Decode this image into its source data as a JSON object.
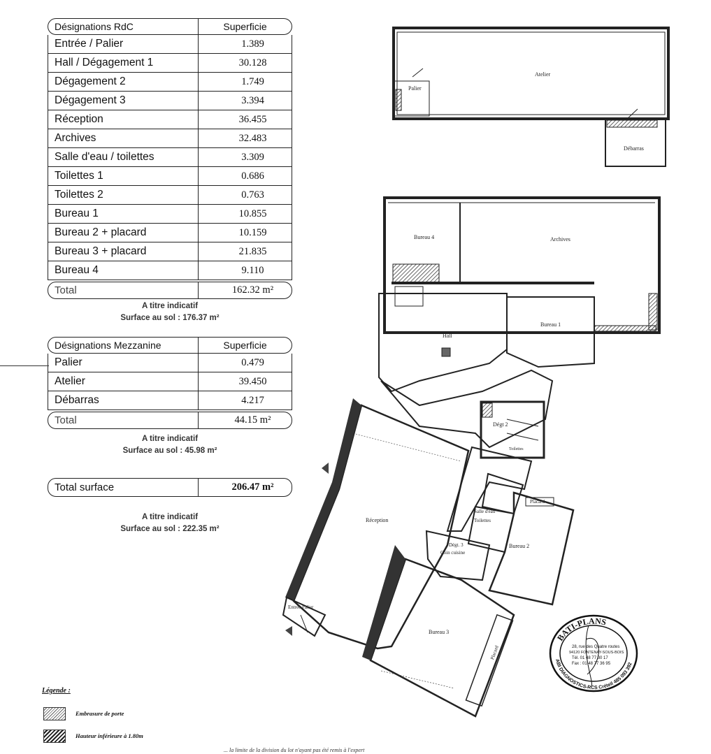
{
  "rdc_table": {
    "header": [
      "Désignations RdC",
      "Superficie"
    ],
    "rows": [
      [
        "Entrée / Palier",
        "1.389"
      ],
      [
        "Hall / Dégagement 1",
        "30.128"
      ],
      [
        "Dégagement 2",
        "1.749"
      ],
      [
        "Dégagement 3",
        "3.394"
      ],
      [
        "Réception",
        "36.455"
      ],
      [
        "Archives",
        "32.483"
      ],
      [
        "Salle d'eau / toilettes",
        "3.309"
      ],
      [
        "Toilettes 1",
        "0.686"
      ],
      [
        "Toilettes 2",
        "0.763"
      ],
      [
        "Bureau 1",
        "10.855"
      ],
      [
        "Bureau 2 + placard",
        "10.159"
      ],
      [
        "Bureau 3 + placard",
        "21.835"
      ],
      [
        "Bureau 4",
        "9.110"
      ]
    ],
    "total_label": "Total",
    "total_value": "162.32 m²",
    "note_line1": "A titre indicatif",
    "note_line2": "Surface au sol : 176.37 m²"
  },
  "mezz_table": {
    "header": [
      "Désignations Mezzanine",
      "Superficie"
    ],
    "rows": [
      [
        "Palier",
        "0.479"
      ],
      [
        "Atelier",
        "39.450"
      ],
      [
        "Débarras",
        "4.217"
      ]
    ],
    "total_label": "Total",
    "total_value": "44.15 m²",
    "note_line1": "A titre indicatif",
    "note_line2": "Surface au sol : 45.98 m²"
  },
  "grand_total": {
    "label": "Total surface",
    "value": "206.47 m²",
    "note_line1": "A titre indicatif",
    "note_line2": "Surface au sol : 222.35 m²"
  },
  "plan_labels": {
    "atelier": "Atelier",
    "palier": "Palier",
    "debarras": "Débarras",
    "bureau4": "Bureau 4",
    "archives": "Archives",
    "hall": "Hall",
    "bureau1": "Bureau 1",
    "deg2": "Dégt 2",
    "toilettes": "Toilettes",
    "placard": "Placard",
    "salle_eau": "Salle d'eau",
    "toilettes2": "Toilettes",
    "reception": "Réception",
    "deg3": "Dégt. 3",
    "coin_cuisine": "Coin cuisine",
    "bureau2": "Bureau 2",
    "entree": "Entrée Palier",
    "bureau3": "Bureau 3",
    "placard2": "Placard"
  },
  "legend": {
    "title": "Légende :",
    "item1": "Embrasure de porte",
    "item2": "Hauteur inférieure à 1.80m"
  },
  "stamp": {
    "name": "BATI-PLANS",
    "address1": "28, rue des Quatre routes",
    "address2": "94120 FONTENAY-SOUS-BOIS",
    "tel": "Tél. 01 48 77 30 17",
    "fax": "Fax : 01 48 77 36 95",
    "arc": "ABI DIAGNOSTICS-RCS Créteil 485 093 392"
  },
  "footer_text": "... la limite de la division du lot n'ayant pas été remis à l'expert"
}
